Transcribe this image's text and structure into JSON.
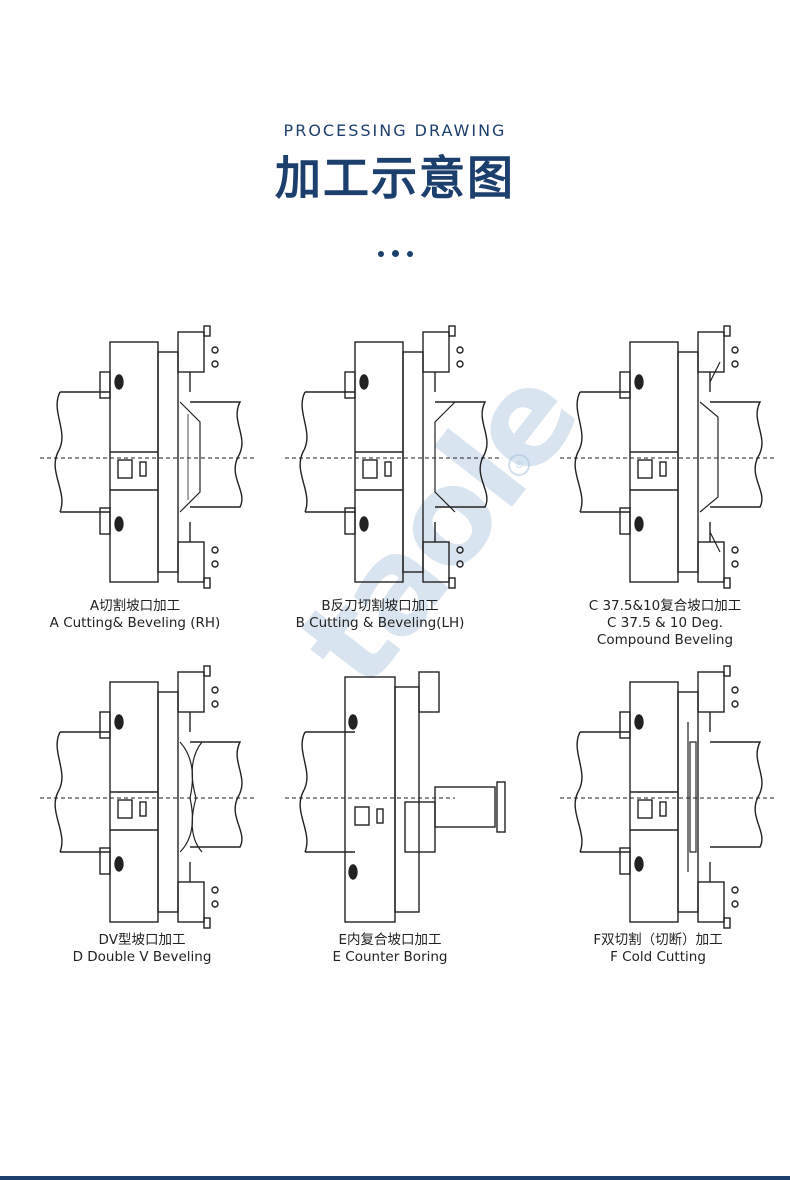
{
  "header": {
    "subtitle_en": "PROCESSING DRAWING",
    "title_zh": "加工示意图"
  },
  "watermark": {
    "text": "taole",
    "registered": "®"
  },
  "colors": {
    "accent": "#1d3f6d",
    "watermark": "#aac4df",
    "line": "#222222"
  },
  "diagrams": [
    {
      "id": "A",
      "zh": "A切割坡口加工",
      "en": "A Cutting& Beveling (RH)",
      "en2": ""
    },
    {
      "id": "B",
      "zh": "B反刀切割坡口加工",
      "en": "B Cutting & Beveling(LH)",
      "en2": ""
    },
    {
      "id": "C",
      "zh": "C 37.5&10复合坡口加工",
      "en": "C 37.5 & 10 Deg.",
      "en2": "Compound Beveling"
    },
    {
      "id": "D",
      "zh": "DV型坡口加工",
      "en": "D Double V Beveling",
      "en2": ""
    },
    {
      "id": "E",
      "zh": "E内复合坡口加工",
      "en": "E Counter Boring",
      "en2": ""
    },
    {
      "id": "F",
      "zh": "F双切割（切断）加工",
      "en": "F Cold Cutting",
      "en2": ""
    }
  ]
}
